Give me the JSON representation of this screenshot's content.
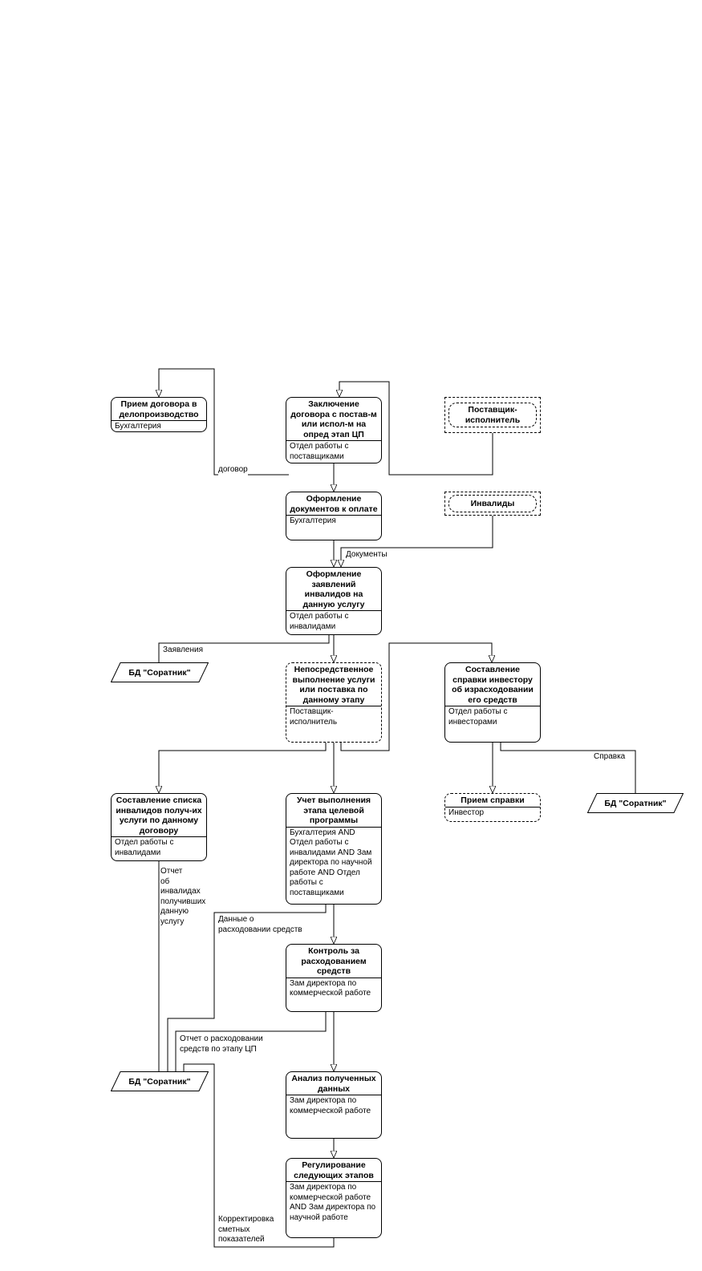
{
  "activities": {
    "a1": {
      "title": "Прием договора в делопроизводство",
      "role": "Бухгалтерия"
    },
    "a2": {
      "title": "Заключение договора с постав-м или испол-м на опред этап ЦП",
      "role": "Отдел работы с поставщиками"
    },
    "a3": {
      "title": "Оформление документов к оплате",
      "role": "Бухгалтерия"
    },
    "a4": {
      "title": "Оформление заявлений инвалидов на данную услугу",
      "role": "Отдел работы с инвалидами"
    },
    "a5": {
      "title": "Непосредственное выполнение услуги или поставка по данному этапу",
      "role": "Поставщик-исполнитель"
    },
    "a6": {
      "title": "Составление справки инвестору об израсходовании его средств",
      "role": "Отдел работы с инвесторами"
    },
    "a7": {
      "title": "Составление списка инвалидов получ-их услуги по данному договору",
      "role": "Отдел работы с инвалидами"
    },
    "a8": {
      "title": "Учет выполнения этапа целевой программы",
      "role": "Бухгалтерия AND Отдел работы с инвалидами AND Зам директора по научной работе AND Отдел работы с поставщиками"
    },
    "a9": {
      "title": "Прием справки",
      "role": "Инвестор"
    },
    "a10": {
      "title": "Контроль за расходованием средств",
      "role": "Зам директора по коммерческой работе"
    },
    "a11": {
      "title": "Анализ полученных данных",
      "role": "Зам директора по коммерческой работе"
    },
    "a12": {
      "title": "Регулирование следующих этапов",
      "role": "Зам директора по коммерческой работе AND Зам директора по научной работе"
    }
  },
  "externals": {
    "e1": "Поставщик-исполнитель",
    "e2": "Инвалиды"
  },
  "databases": {
    "d1": "БД \"Соратник\"",
    "d2": "БД \"Соратник\"",
    "d3": "БД \"Соратник\""
  },
  "flows": {
    "f1": "договор",
    "f2": "Документы",
    "f3": "Заявления",
    "f4": "Справка",
    "f5": "Отчет\nоб\nинвалидах\n получивших\n данную\nуслугу",
    "f6": "Данные о\nрасходовании средств",
    "f7": "Отчет о расходовании\nсредств по этапу ЦП",
    "f8": "Корректировка\nсметных\nпоказателей"
  }
}
